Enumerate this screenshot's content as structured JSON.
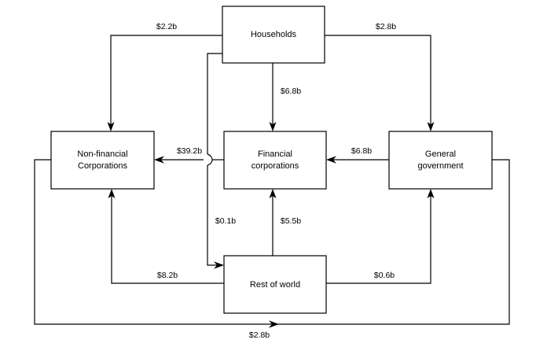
{
  "diagram": {
    "type": "flow-diagram",
    "title": "",
    "currency_unit": "b",
    "background_color": "#ffffff",
    "line_color": "#000000",
    "nodes": [
      {
        "id": "households",
        "label_line1": "Households",
        "label_line2": ""
      },
      {
        "id": "nonfin",
        "label_line1": "Non-financial",
        "label_line2": "Corporations"
      },
      {
        "id": "fincorp",
        "label_line1": "Financial",
        "label_line2": "corporations"
      },
      {
        "id": "govt",
        "label_line1": "General",
        "label_line2": "government"
      },
      {
        "id": "row",
        "label_line1": "Rest of world",
        "label_line2": ""
      }
    ],
    "flows": [
      {
        "id": "hh-to-nfc",
        "from": "households",
        "to": "nonfin",
        "value": "$2.2b"
      },
      {
        "id": "hh-to-govt",
        "from": "households",
        "to": "govt",
        "value": "$2.8b"
      },
      {
        "id": "hh-to-fin",
        "from": "households",
        "to": "fincorp",
        "value": "$6.8b"
      },
      {
        "id": "govt-to-fin",
        "from": "govt",
        "to": "fincorp",
        "value": "$6.8b"
      },
      {
        "id": "fin-to-nfc",
        "from": "fincorp",
        "to": "nonfin",
        "value": "$39.2b"
      },
      {
        "id": "hh-to-row",
        "from": "households",
        "to": "row",
        "value": "$0.1b"
      },
      {
        "id": "row-to-fin",
        "from": "row",
        "to": "fincorp",
        "value": "$5.5b"
      },
      {
        "id": "row-to-nfc",
        "from": "row",
        "to": "nonfin",
        "value": "$8.2b"
      },
      {
        "id": "row-to-govt",
        "from": "row",
        "to": "govt",
        "value": "$0.6b"
      },
      {
        "id": "govt-to-row",
        "from": "govt",
        "to": "row",
        "value": "$2.8b"
      }
    ]
  }
}
